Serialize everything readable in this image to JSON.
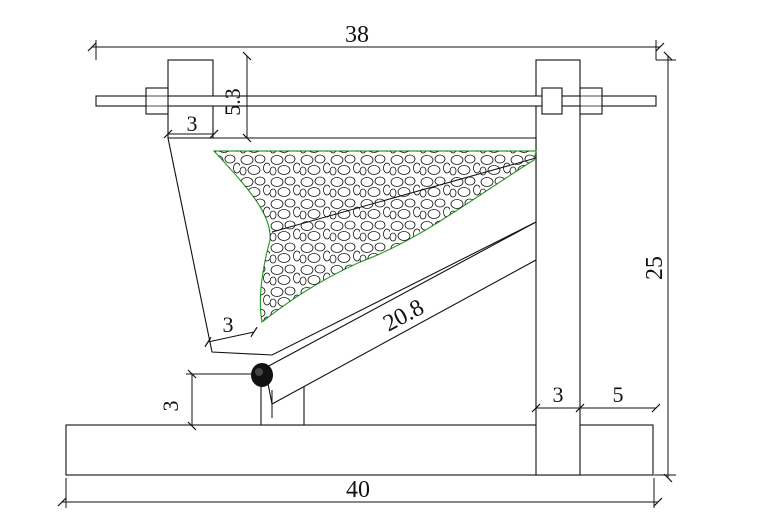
{
  "dimensions": {
    "top_width": "38",
    "bottom_width": "40",
    "right_height": "25",
    "bolt_offset": "5.3",
    "left_post_width": "3",
    "left_plate_thickness": "3",
    "gap_height": "3",
    "strut_length": "20.8",
    "right_post_width": "3",
    "right_overhang": "5"
  },
  "colors": {
    "line": "#111111",
    "hatch": "#222222",
    "fill_outline": "#2e9e2e",
    "background": "#ffffff"
  },
  "icons": {
    "pivot": "pivot-pin-icon",
    "nut": "hex-nut-icon"
  }
}
